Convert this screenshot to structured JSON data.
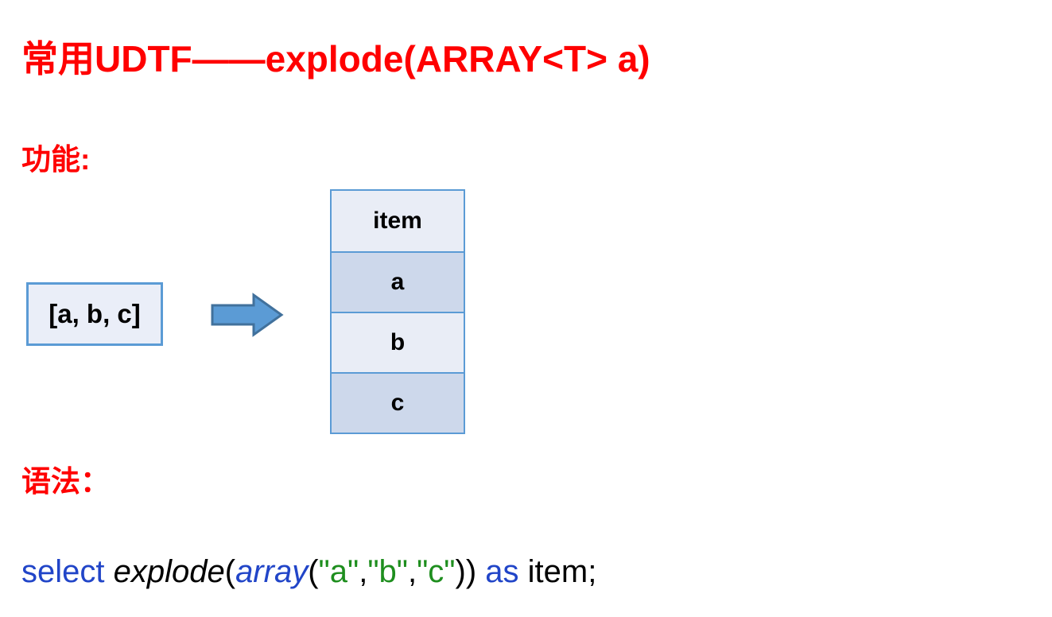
{
  "title": "常用UDTF——explode(ARRAY<T> a)",
  "sections": {
    "function_label": "功能:",
    "syntax_label": "语法："
  },
  "diagram": {
    "input_box_text": "[a, b, c]",
    "arrow_icon": "right-block-arrow",
    "table": {
      "header": "item",
      "rows": [
        "a",
        "b",
        "c"
      ]
    }
  },
  "code": {
    "tokens": [
      {
        "text": "select ",
        "color": "keyword",
        "italic": false
      },
      {
        "text": "explode",
        "color": "plain",
        "italic": true
      },
      {
        "text": "(",
        "color": "plain",
        "italic": false
      },
      {
        "text": "array",
        "color": "keyword",
        "italic": true
      },
      {
        "text": "(",
        "color": "plain",
        "italic": false
      },
      {
        "text": "\"a\"",
        "color": "string",
        "italic": false
      },
      {
        "text": ",",
        "color": "plain",
        "italic": false
      },
      {
        "text": "\"b\"",
        "color": "string",
        "italic": false
      },
      {
        "text": ",",
        "color": "plain",
        "italic": false
      },
      {
        "text": "\"c\"",
        "color": "string",
        "italic": false
      },
      {
        "text": ")) ",
        "color": "plain",
        "italic": false
      },
      {
        "text": "as",
        "color": "keyword",
        "italic": false
      },
      {
        "text": " item;",
        "color": "plain",
        "italic": false
      }
    ]
  },
  "colors": {
    "title_red": "#FF0000",
    "keyword_blue": "#2145C8",
    "string_green": "#1E8E1E",
    "plain_black": "#000000",
    "shape_border": "#5B9BD5",
    "arrow_fill": "#5B9BD5",
    "arrow_border": "#41719C",
    "box_fill": "#EAEEF8",
    "row_light": "#E9EDF6",
    "row_dark": "#CDD8EB"
  }
}
